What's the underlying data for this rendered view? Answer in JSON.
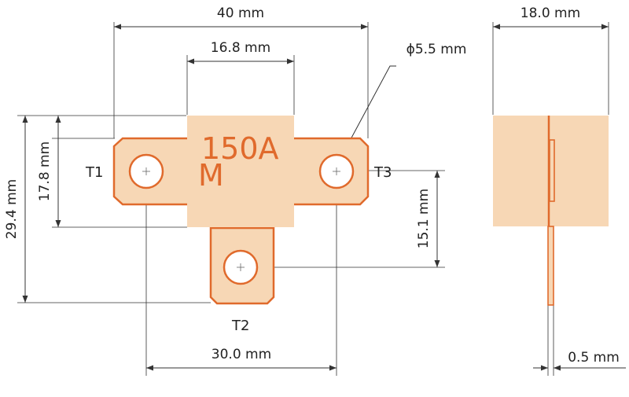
{
  "colors": {
    "body_fill": "#f7d7b5",
    "outline": "#e06a2c",
    "line": "#333333",
    "text": "#222222",
    "background": "#ffffff"
  },
  "marking": {
    "line1": "150A",
    "line2": "M"
  },
  "terminals": {
    "t1": "T1",
    "t2": "T2",
    "t3": "T3"
  },
  "dimensions": {
    "overall_width": "40 mm",
    "body_width": "16.8 mm",
    "hole_diameter": "ϕ5.5 mm",
    "overall_height": "29.4 mm",
    "tab_height": "17.8 mm",
    "t3_to_t2": "15.1 mm",
    "hole_pitch": "30.0 mm",
    "side_width": "18.0 mm",
    "thickness": "0.5 mm"
  }
}
